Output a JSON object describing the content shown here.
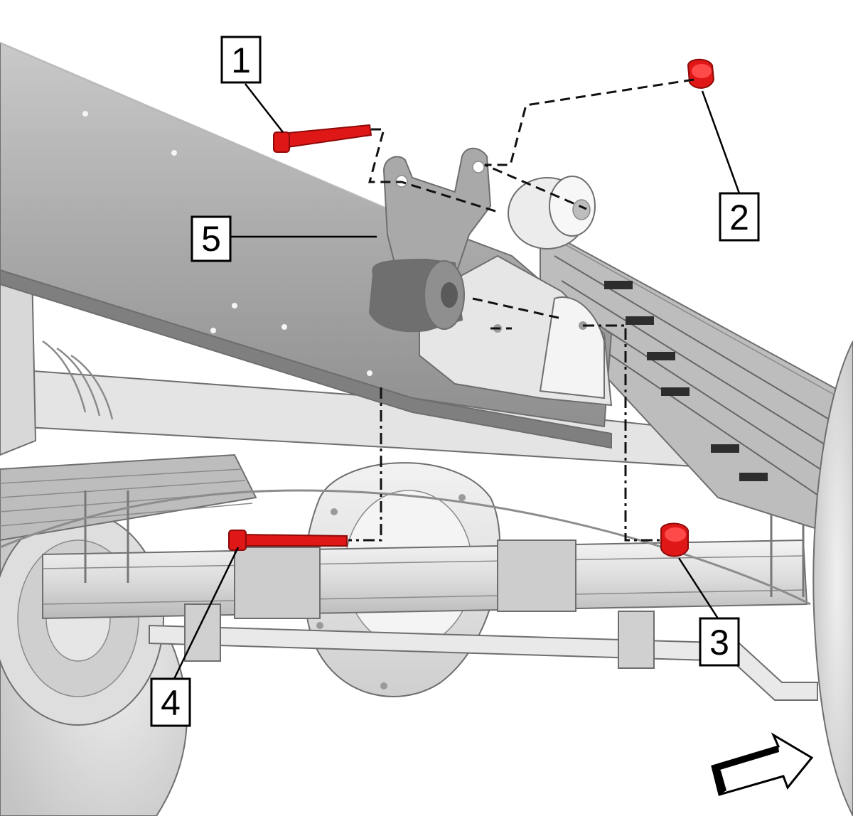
{
  "callouts": [
    {
      "id": 1,
      "label": "1",
      "part": "bolt"
    },
    {
      "id": 2,
      "label": "2",
      "part": "nut"
    },
    {
      "id": 3,
      "label": "3",
      "part": "nut"
    },
    {
      "id": 4,
      "label": "4",
      "part": "bolt"
    },
    {
      "id": 5,
      "label": "5",
      "part": "shackle"
    }
  ],
  "colors": {
    "highlight": "#e01717",
    "frame_light": "#d6d6d6",
    "frame_dark": "#9d9d9d",
    "outline": "#6e6e6e",
    "background": "#ffffff"
  },
  "icons": [
    "front-direction-arrow-icon"
  ]
}
